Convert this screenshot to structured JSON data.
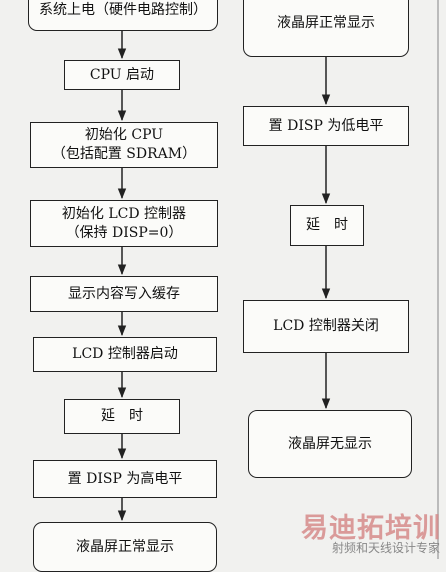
{
  "left_flow": [
    {
      "id": "l1",
      "lines": [
        "系统上电（硬件电路控制）"
      ]
    },
    {
      "id": "l2",
      "lines": [
        "CPU 启动"
      ]
    },
    {
      "id": "l3",
      "lines": [
        "初始化 CPU",
        "（包括配置 SDRAM）"
      ]
    },
    {
      "id": "l4",
      "lines": [
        "初始化 LCD 控制器",
        "（保持 DISP=0）"
      ]
    },
    {
      "id": "l5",
      "lines": [
        "显示内容写入缓存"
      ]
    },
    {
      "id": "l6",
      "lines": [
        "LCD 控制器启动"
      ]
    },
    {
      "id": "l7",
      "lines": [
        "延　时"
      ]
    },
    {
      "id": "l8",
      "lines": [
        "置 DISP 为高电平"
      ]
    },
    {
      "id": "l9",
      "lines": [
        "液晶屏正常显示"
      ]
    }
  ],
  "right_flow": [
    {
      "id": "r1",
      "lines": [
        "液晶屏正常显示"
      ]
    },
    {
      "id": "r2",
      "lines": [
        "置 DISP 为低电平"
      ]
    },
    {
      "id": "r3",
      "lines": [
        "延　时"
      ]
    },
    {
      "id": "r4",
      "lines": [
        "LCD 控制器关闭"
      ]
    },
    {
      "id": "r5",
      "lines": [
        "液晶屏无显示"
      ]
    }
  ],
  "watermark": {
    "logo_text": "易迪拓培训",
    "tagline": "射频和天线设计专家"
  }
}
